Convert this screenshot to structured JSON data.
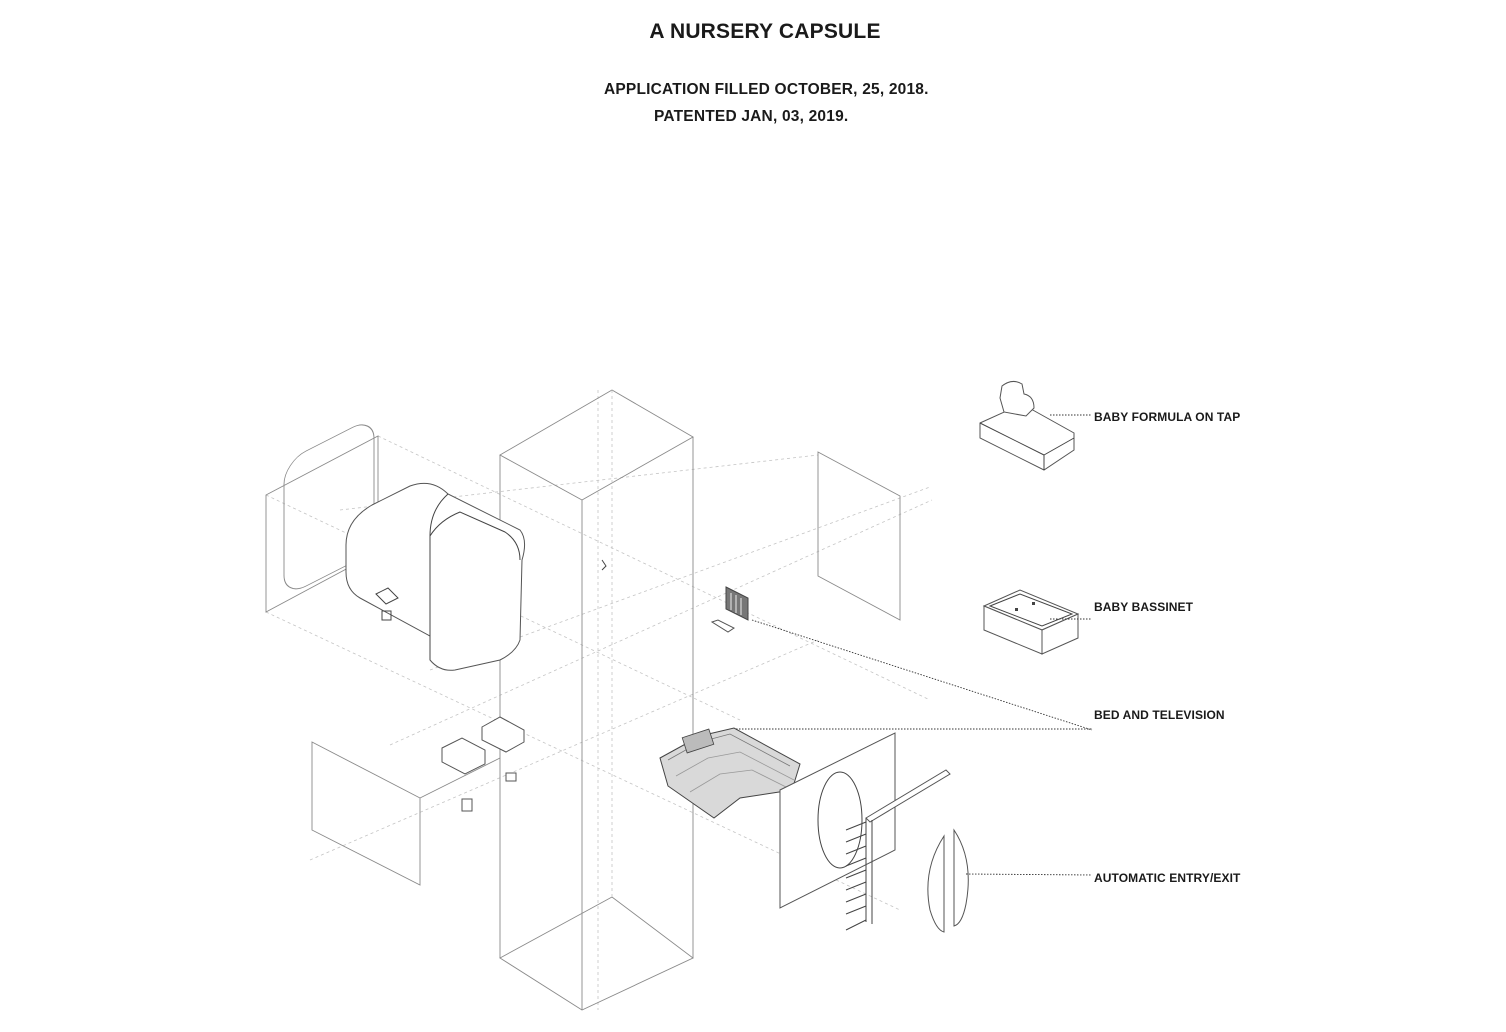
{
  "header": {
    "title": "A NURSERY CAPSULE",
    "application_line": "APPLICATION FILLED OCTOBER, 25, 2018.",
    "patent_line": "PATENTED JAN, 03, 2019."
  },
  "callouts": {
    "formula": "BABY FORMULA ON TAP",
    "bassinet": "BABY BASSINET",
    "bed_tv": "BED AND TELEVISION",
    "entry": "AUTOMATIC ENTRY/EXIT"
  },
  "colors": {
    "background": "#ffffff",
    "text": "#1a1a1a",
    "line": "#8a8a8a",
    "guide": "#c4c4c4"
  }
}
